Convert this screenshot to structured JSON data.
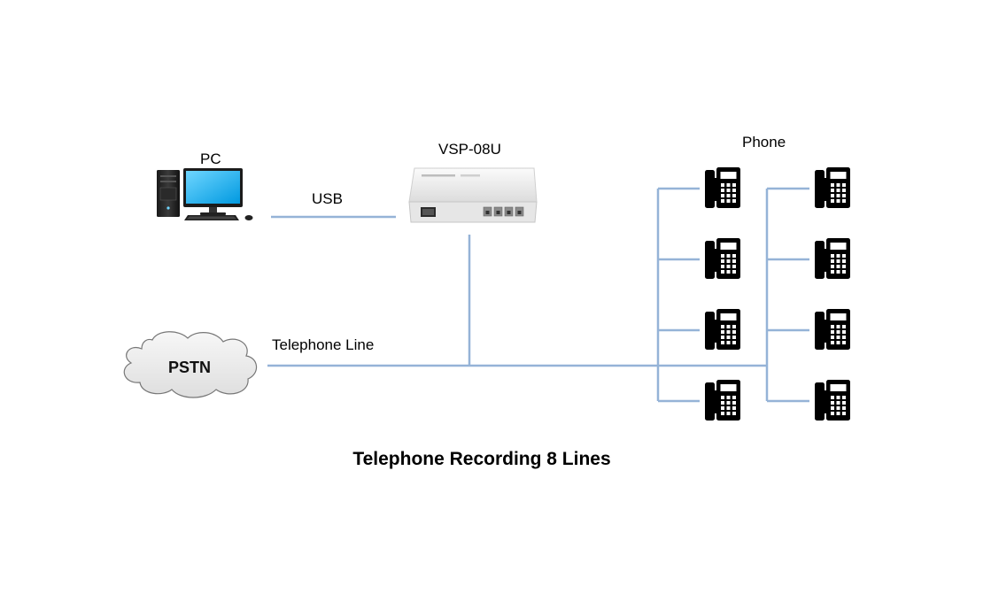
{
  "title": "Telephone Recording 8 Lines",
  "nodes": {
    "pc": {
      "label": "PC",
      "icon": "desktop-computer-icon"
    },
    "device": {
      "label": "VSP-08U",
      "icon": "recorder-box-icon"
    },
    "pstn": {
      "label": "PSTN",
      "icon": "cloud-icon"
    },
    "phones": {
      "label": "Phone",
      "count": 8,
      "icon": "desk-phone-icon"
    }
  },
  "connections": {
    "usb": "USB",
    "telephone_line": "Telephone Line"
  },
  "colors": {
    "wire": "#95b3d7",
    "text": "#000000",
    "phone": "#000000",
    "monitor_screen": "#00aeef",
    "device_body": "#e9e9e9",
    "cloud_fill": "#eeeeee"
  }
}
